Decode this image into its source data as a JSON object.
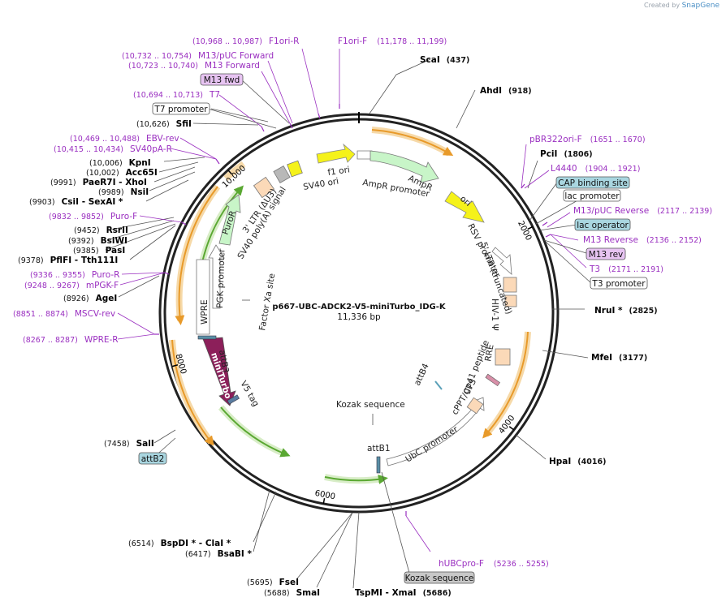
{
  "credit": {
    "prefix": "Created by",
    "brand": "SnapGene"
  },
  "plasmid": {
    "name": "p667-UBC-ADCK2-V5-miniTurbo_IDG-K",
    "length_label": "11,336 bp",
    "length": 11336
  },
  "colors": {
    "primer": "#9a2fc0",
    "arrow_orange": "#e89a2a",
    "arrow_green": "#5aa832",
    "ori_yellow": "#f5f21a"
  },
  "ticks": [
    {
      "bp": 2000,
      "label": "2000"
    },
    {
      "bp": 4000,
      "label": "4000"
    },
    {
      "bp": 6000,
      "label": "6000"
    },
    {
      "bp": 8000,
      "label": "8000"
    },
    {
      "bp": 10000,
      "label": "10,000"
    }
  ],
  "enzymes": [
    {
      "name": "ScaI",
      "pos": "(437)"
    },
    {
      "name": "AhdI",
      "pos": "(918)"
    },
    {
      "name": "PciI",
      "pos": "(1806)"
    },
    {
      "name": "NruI *",
      "pos": "(2825)"
    },
    {
      "name": "MfeI",
      "pos": "(3177)"
    },
    {
      "name": "HpaI",
      "pos": "(4016)"
    },
    {
      "name": "TspMI",
      "sep": " - ",
      "name2": "XmaI",
      "pos": "(5686)"
    },
    {
      "name": "SmaI",
      "pos": "(5688)"
    },
    {
      "name": "FseI",
      "pos": "(5695)"
    },
    {
      "name": "BsaBI *",
      "pos": "(6417)"
    },
    {
      "name": "BspDI *",
      "sep": " - ",
      "name2": "ClaI *",
      "pos": "(6514)"
    },
    {
      "name": "SalI",
      "pos": "(7458)"
    },
    {
      "name": "AgeI",
      "pos": "(8926)"
    },
    {
      "name": "PflFI",
      "sep": " - ",
      "name2": "Tth111I",
      "pos": "(9378)"
    },
    {
      "name": "PasI",
      "pos": "(9385)"
    },
    {
      "name": "BsiWI",
      "pos": "(9392)"
    },
    {
      "name": "RsrII",
      "pos": "(9452)"
    },
    {
      "name": "CsiI",
      "sep": " - ",
      "name2": "SexAI *",
      "pos": "(9903)"
    },
    {
      "name": "NsiI",
      "pos": "(9989)"
    },
    {
      "name": "PaeR7I",
      "sep": " - ",
      "name2": "XhoI",
      "pos": "(9991)"
    },
    {
      "name": "Acc65I",
      "pos": "(10,002)"
    },
    {
      "name": "KpnI",
      "pos": "(10,006)"
    },
    {
      "name": "SfiI",
      "pos": "(10,626)"
    }
  ],
  "primers": [
    {
      "name": "F1ori-R",
      "range": "(10,968 .. 10,987)"
    },
    {
      "name": "F1ori-F",
      "range": "(11,178 .. 11,199)"
    },
    {
      "name": "M13/pUC Forward",
      "range": "(10,732 .. 10,754)"
    },
    {
      "name": "M13 Forward",
      "range": "(10,723 .. 10,740)"
    },
    {
      "name": "T7",
      "range": "(10,694 .. 10,713)"
    },
    {
      "name": "EBV-rev",
      "range": "(10,469 .. 10,488)"
    },
    {
      "name": "SV40pA-R",
      "range": "(10,415 .. 10,434)"
    },
    {
      "name": "Puro-F",
      "range": "(9832 .. 9852)"
    },
    {
      "name": "Puro-R",
      "range": "(9336 .. 9355)"
    },
    {
      "name": "mPGK-F",
      "range": "(9248 .. 9267)"
    },
    {
      "name": "MSCV-rev",
      "range": "(8851 .. 8874)"
    },
    {
      "name": "WPRE-R",
      "range": "(8267 .. 8287)"
    },
    {
      "name": "pBR322ori-F",
      "range": "(1651 .. 1670)"
    },
    {
      "name": "L4440",
      "range": "(1904 .. 1921)"
    },
    {
      "name": "M13/pUC Reverse",
      "range": "(2117 .. 2139)"
    },
    {
      "name": "M13 Reverse",
      "range": "(2136 .. 2152)"
    },
    {
      "name": "T3",
      "range": "(2171 .. 2191)"
    },
    {
      "name": "hUBCpro-F",
      "range": "(5236 .. 5255)"
    }
  ],
  "boxes": [
    {
      "key": "m13fwd",
      "text": "M13 fwd",
      "fill": "#e7c4f2"
    },
    {
      "key": "t7prom",
      "text": "T7 promoter",
      "fill": "#ffffff"
    },
    {
      "key": "cap",
      "text": "CAP binding site",
      "fill": "#a9d6e0"
    },
    {
      "key": "lacprom",
      "text": "lac promoter",
      "fill": "#ffffff"
    },
    {
      "key": "lacop",
      "text": "lac operator",
      "fill": "#a9d6e0"
    },
    {
      "key": "m13rev",
      "text": "M13 rev",
      "fill": "#e7c4f2"
    },
    {
      "key": "t3prom",
      "text": "T3 promoter",
      "fill": "#ffffff"
    },
    {
      "key": "kozak",
      "text": "Kozak sequence",
      "fill": "#c8c8c8"
    },
    {
      "key": "attb2",
      "text": "attB2",
      "fill": "#a9d6e0"
    }
  ],
  "features": {
    "f1ori": "f1 ori",
    "ampr_promoter": "AmpR promoter",
    "ampr": "AmpR",
    "ori": "ori",
    "sv40ori": "SV40 ori",
    "sv40polyA": "SV40 poly(A) signal",
    "ltr3": "3' LTR (ΔU3)",
    "puror": "PuroR",
    "pgk": "PGK promoter",
    "wpre": "WPRE",
    "factorxa": "Factor Xa site",
    "attb3": "attB3",
    "miniturbo": "miniTurbo",
    "v5tag": "V5 tag",
    "kozak_inner": "Kozak sequence",
    "attb4": "attB4",
    "attb1": "attB1",
    "ubc": "UbC promoter",
    "cppt": "cPPT/CTS",
    "gp41": "gp41 peptide",
    "rre": "RRE",
    "hiv": "HIV-1 Ψ",
    "rsv": "RSV promoter",
    "ltr5": "5' LTR (truncated)"
  }
}
